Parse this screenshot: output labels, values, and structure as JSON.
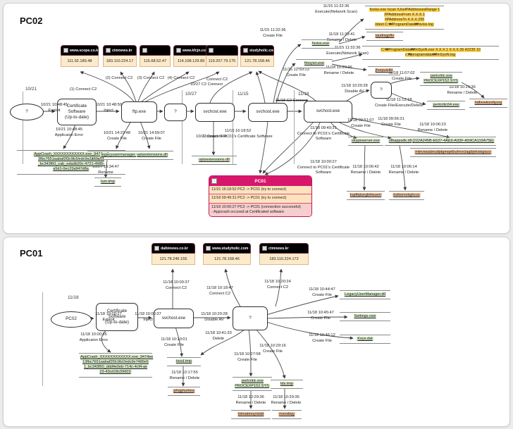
{
  "pc02": {
    "title": "PC02",
    "c2": [
      {
        "domain": "www.scope.co.kr",
        "ip": "111.92.189.48"
      },
      {
        "domain": "ctmnews.kr",
        "ip": "183.110.224.17"
      },
      {
        "domain": "",
        "ip": "115.68.52.47"
      },
      {
        "domain": "www.kfcjn.com",
        "ip": "114.108.129.89"
      },
      {
        "domain": "",
        "ip": "119.207.79.175"
      },
      {
        "domain": "studyholic.com",
        "ip": "121.78.158.46"
      }
    ],
    "dates": {
      "d1": "10/21",
      "d2": "10/27",
      "d3": "11/15",
      "d4": "11/18"
    },
    "nodes": {
      "start": "?",
      "cert": "Certificate\nSoftware\n(Up-to-date)",
      "ftp": "ftp.exe",
      "unknown": "?",
      "svchost1": "svchost.exe",
      "svchost2": "svchost.exe",
      "svchost3": "svchost.exe",
      "av": "?"
    },
    "edges": {
      "exploit": "10/21 10:48:45\nExploit",
      "inject": "10/21 10:48:50\nInject",
      "c2_1": "(1) Connect C2",
      "c2_2": "(2) Connect C2",
      "c2_3": "(3) Connect C2",
      "c2_4": "(4) Connect C2",
      "c2_5": "Connect C2",
      "c2_1027": "10/27 C2 Connect",
      "c2_1118": "11/18 C2 Connect",
      "app_error": "10/21 10:48:45\nApplicaion Error",
      "cf_legacy": "10/21 14:23:48\nCreate File",
      "cf_vpts": "10/21 14:59:07\nCreate File",
      "rename_lum": "10/27 15:34:47\nRename",
      "cf_1027": "10/27 Create File",
      "conn_1115": "11/15 16:18:52\nConnect to PC01's Certificate Software",
      "cf_fsviss": "11/15 11:32:36\nCreate File",
      "cf_fmsysn": "11/15 12:50:13\nCreate File",
      "exec_scan1": "11/15 11:32:36\nExecute(Network Scan)",
      "exec_scan2": "11/15 11:32:36\nExecute(Network Scan)",
      "rd_fsviss": "11/18 11:33:41\nRename / Delete",
      "rd_fmsysn": "11/18 10:29:36\nRename / Delete",
      "disable_av": "11/18 10:20:28\nDisable AV",
      "cf_perl": "11/18 11:07:02\nCreate File",
      "cfe_perl64": "11/18 11:12:18\nCreate File/Execute/Delete",
      "rd_perl": "11/18 10:29:36\nRename / Delete",
      "conn_0949": "11/18 09:49:31\nConnect to PC01's Certificate Software",
      "conn_1000": "11/18 10:00:27\nConnect to PC01's Certificate Software",
      "cf_skype": "11/18 09:51:07\nCreate File",
      "cf_sfbapp": "11/18 09:56:31\nCreate File",
      "rd_guid": "11/18 10:06:23\nRename / Delete",
      "rd_kqdfq": "11/18 10:06:42\nRename / Delete",
      "rd_bxlke": "11/18 10:06:14\nRename / Delete"
    },
    "files": {
      "appcrash": "AppCrash_XXXXXXXXXXXX.exe_9474ee1\n3fbc7651aabaf2f3c9b1fedc9e7489e51\n_bc343f60_cab_edadb20c-4721-4985-\na5d1-0ec23a947d8a",
      "legacy": "legacyusermanager.dll",
      "vpts1": "vptsextensions.dll",
      "lum": "lum.tmp",
      "vpts2": "vptsextensions.dll",
      "fsviss": "fsviss.exe",
      "fmsysn": "fmsysn.exe",
      "iaudisgpflo": "iaudisgpflo",
      "jfvepuixibi": "jfvepuixibi",
      "perlcritic": "perlcritic.exe\nPROCEXP152.SYS",
      "perlcritic64": "perlcritic64.exe",
      "hdbv": "hdbvwkizsfjyyrg",
      "skype": "skypeserver.exe",
      "sfbapp": "sfbappsdk.dll",
      "guid": "{222A245B-E637-4AE9-A93F-A59CA119A75E}",
      "mlev": "mlevswabnudptgmqelbuhnvclagbjelvskgwzz",
      "kqdfq": "kqdfqbxrgbfmuem",
      "bxlke": "bxlkemvkghcsz"
    },
    "cmds": {
      "scan1": "fsviss.exe /scan /UseIPAddressesRange 1\n/IPAddressFrom X.X.X.1\n/IPAddressTo X.X.X.255\n/stext C:₩ProgramData₩fsviss.log",
      "scan2": "C:₩ProgramData₩fmSysN.exe X.X.X.1 X.X.X.36 42235 10\nc:₩programdata₩fmSysN.log"
    },
    "pc01_box": {
      "title": "PC01",
      "row1": "11/15 16:18:52 PC2 -> PC01 (try to connect)",
      "row2": "11/18 09:49:31 PC2 -> PC01 (try to connect)",
      "row3": "11/18 10:00:27 PC2 -> PC01 (connection successful)\n- Appcrash occured at Certificated software"
    }
  },
  "pc01": {
    "title": "PC01",
    "c2": [
      {
        "domain": "dalbinews.co.kr",
        "ip": "121.78.246.155"
      },
      {
        "domain": "www.studyholic.com",
        "ip": "121.78.158.46"
      },
      {
        "domain": "ctmnews.kr",
        "ip": "183.110.224.172"
      }
    ],
    "dates": {
      "d1": "11/18"
    },
    "nodes": {
      "pc02": "PC02",
      "cert": "Certificate\nSoftware\n(Up-to-date)",
      "svchost": "svchost.exe",
      "unknown": "?"
    },
    "edges": {
      "exploit": "11/18 10:00:27\nExploit",
      "inject": "11/18 10:00:37\nInject",
      "disable_av": "11/18 10:20:28\nDisable AV",
      "c2_dalbi": "11/18 10:00:37\nConnect C2",
      "c2_study": "11/18 10:18:47\nConnect C2",
      "c2_ctm": "11/18 10:20:24\nConnect C2",
      "app_error": "11/18 10:00:35\nApplicaion Error",
      "cf_tszul": "11/18 10:10:01\nCreate File",
      "rd_tszul": "11/18 10:17:55\nRename / Delete",
      "delete": "11/18 10:41:33\nDelete",
      "cf_perl": "11/18 10:27:58\nCreate File",
      "rd_perl": "11/18 10:29:36\nRename / Delete",
      "cf_tds": "11/18 10:29:16\nCreate File",
      "rd_tds": "11/18 10:29:36\nRename / Delete",
      "cf_legacy": "11/18 10:44:47\nCreate File",
      "cf_settings": "11/18 10:45:47\nCreate File",
      "cf_keys": "11/18 10:46:12\nCreate File"
    },
    "files": {
      "appcrash": "AppCrash_XXXXXXXXXXXX.exe_9474ee\n13fbc7651aabaf2f3c9b1fedc9e7489e5\n1_bc343f60_ddd4e0eb-714c-4cf4-ae\n23-43cd18c59603",
      "tszul": "tszul.tmp",
      "phqgh": "phqghumea",
      "perlcritic": "perlcritic.exe\nPROCEXP152.SYS",
      "lolmat": "lolmatmoynisbl",
      "tds": "tds.tmp",
      "mxnsbqy": "mxnsbqy",
      "legacy": "LegacyUserManager.dll",
      "settings": "Settings.vwx",
      "keys": "Keys.dat"
    }
  }
}
